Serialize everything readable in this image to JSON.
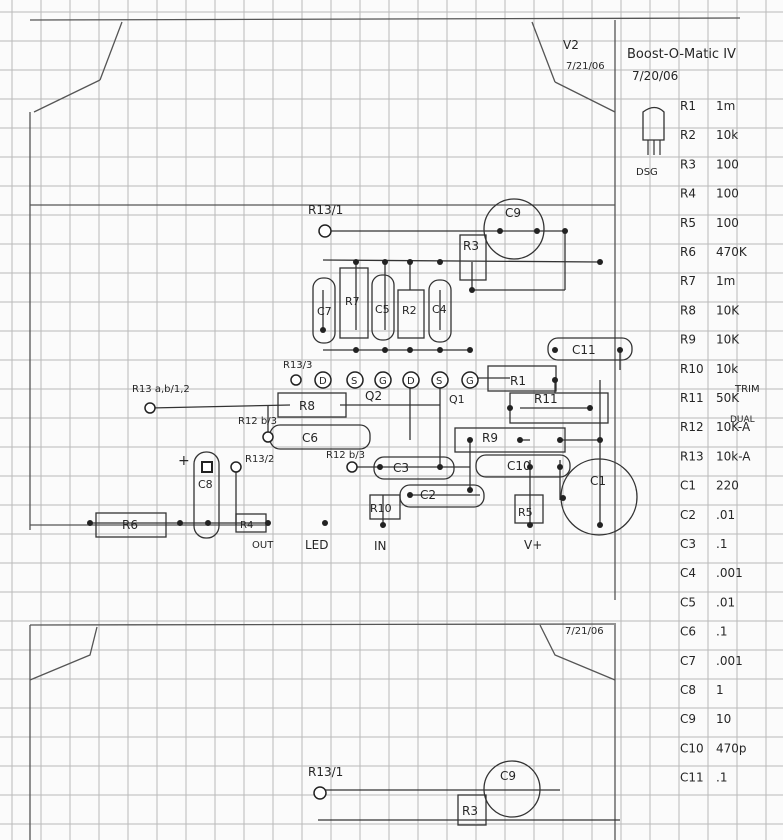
{
  "header": {
    "title": "Boost-O-Matic IV",
    "version": "V2",
    "version_date": "7/21/06",
    "title_date": "7/20/06",
    "lower_date": "7/21/06"
  },
  "transistor_pins": "DSG",
  "parts": [
    {
      "ref": "R1",
      "value": "1m"
    },
    {
      "ref": "R2",
      "value": "10k"
    },
    {
      "ref": "R3",
      "value": "100"
    },
    {
      "ref": "R4",
      "value": "100"
    },
    {
      "ref": "R5",
      "value": "100"
    },
    {
      "ref": "R6",
      "value": "470K"
    },
    {
      "ref": "R7",
      "value": "1m"
    },
    {
      "ref": "R8",
      "value": "10K"
    },
    {
      "ref": "R9",
      "value": "10K"
    },
    {
      "ref": "R10",
      "value": "10k"
    },
    {
      "ref": "R11",
      "value": "50K"
    },
    {
      "ref": "R12",
      "value": "10K-A"
    },
    {
      "ref": "R13",
      "value": "10k-A"
    },
    {
      "ref": "C1",
      "value": "220"
    },
    {
      "ref": "C2",
      "value": ".01"
    },
    {
      "ref": "C3",
      "value": ".1"
    },
    {
      "ref": "C4",
      "value": ".001"
    },
    {
      "ref": "C5",
      "value": ".01"
    },
    {
      "ref": "C6",
      "value": ".1"
    },
    {
      "ref": "C7",
      "value": ".001"
    },
    {
      "ref": "C8",
      "value": "1"
    },
    {
      "ref": "C9",
      "value": "10"
    },
    {
      "ref": "C10",
      "value": "470p"
    },
    {
      "ref": "C11",
      "value": ".1"
    }
  ],
  "parts_notes": {
    "r11_note": "TRIM",
    "r12_note": "DUAL"
  },
  "layout_labels": {
    "r13_1": "R13/1",
    "r13_3": "R13/3",
    "r13_abc": "R13 a,b/1,2",
    "r12_b3": "R12 b/3",
    "r13_2": "R13/2",
    "r12_b3_low": "R12 b/3",
    "r13_1_lower": "R13/1",
    "c9": "C9",
    "c9_lower": "C9",
    "r3": "R3",
    "r3_lower": "R3",
    "c7": "C7",
    "r7": "R7",
    "c5": "C5",
    "r2": "R2",
    "c4": "C4",
    "c11": "C11",
    "r1": "R1",
    "r11": "R11",
    "r8": "R8",
    "q2": "Q2",
    "q1": "Q1",
    "c6": "C6",
    "r9": "R9",
    "c3": "C3",
    "c10": "C10",
    "c1": "C1",
    "c2": "C2",
    "c8": "C8",
    "r6": "R6",
    "r4": "R4",
    "r10": "R10",
    "r5": "R5",
    "pad_d": "D",
    "pad_s": "S",
    "pad_g": "G",
    "plus": "+"
  },
  "io_labels": {
    "out": "OUT",
    "led": "LED",
    "in": "IN",
    "vplus": "V+"
  }
}
